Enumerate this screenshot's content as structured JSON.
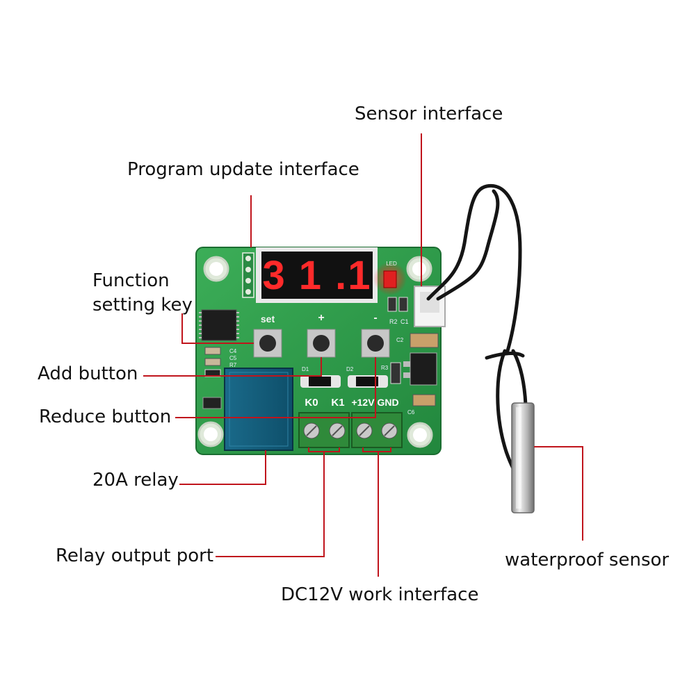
{
  "labels": {
    "sensor_interface": "Sensor interface",
    "program_update": "Program update interface",
    "function_key_line1": "Function",
    "function_key_line2": "setting key",
    "add_button": "Add button",
    "reduce_button": "Reduce button",
    "relay": "20A relay",
    "relay_output": "Relay output port",
    "dc12v": "DC12V work interface",
    "waterproof": "waterproof sensor"
  },
  "board": {
    "display_digits": "3 1 .1",
    "led_label": "LED",
    "set_label": "set",
    "plus_label": "+",
    "minus_label": "-",
    "terminal_labels": [
      "K0",
      "K1",
      "+12V",
      "GND"
    ],
    "silk_d1": "D1",
    "silk_d2": "D2",
    "silk_r3": "R3",
    "silk_r2": "R2",
    "silk_c1": "C1",
    "silk_c2": "C2",
    "silk_c4": "C4",
    "silk_c5": "C5",
    "silk_c6": "C6",
    "silk_r7": "R7"
  },
  "colors": {
    "pcb_green": "#2e9e4b",
    "callout_line": "#c0141c",
    "segment_red": "#ff2a2a",
    "terminal_green": "#2f8a3a"
  }
}
